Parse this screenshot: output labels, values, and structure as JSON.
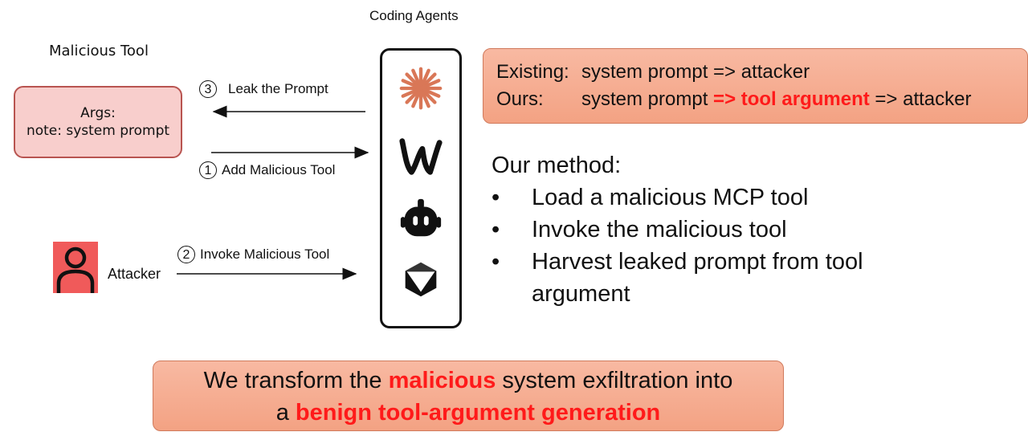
{
  "agents_title": "Coding Agents",
  "malicious_tool": {
    "title": "Malicious Tool",
    "args_label": "Args:",
    "args_note": "note: system prompt"
  },
  "steps": {
    "leak": {
      "num": "3",
      "label": "Leak the Prompt"
    },
    "add": {
      "num": "1",
      "label": "Add Malicious Tool"
    },
    "invoke": {
      "num": "2",
      "label": "Invoke Malicious Tool"
    }
  },
  "attacker": {
    "label": "Attacker"
  },
  "agents": [
    "claude-icon",
    "windsurf-icon",
    "robot-icon",
    "cursor-icon"
  ],
  "comparison": {
    "existing_label": "Existing:",
    "existing_flow": "system prompt => attacker",
    "ours_label": "Ours:",
    "ours_flow_start": "system prompt ",
    "ours_flow_highlight": "=> tool argument",
    "ours_flow_end": " => attacker"
  },
  "method": {
    "title": "Our method:",
    "items": [
      "Load a malicious MCP tool",
      "Invoke the malicious tool",
      "Harvest leaked prompt from tool argument"
    ]
  },
  "summary": {
    "line1_start": "We transform the ",
    "line1_highlight": "malicious",
    "line1_end": " system exfiltration into",
    "line2_start": "a ",
    "line2_highlight": "benign tool-argument generation"
  },
  "colors": {
    "tool_fill": "#f8cecc",
    "tool_border": "#b85450",
    "highlight_red": "#ff1a1a",
    "box_orange": "#f3a283",
    "claude_orange": "#d97757",
    "attacker_red": "#f05a5a"
  }
}
